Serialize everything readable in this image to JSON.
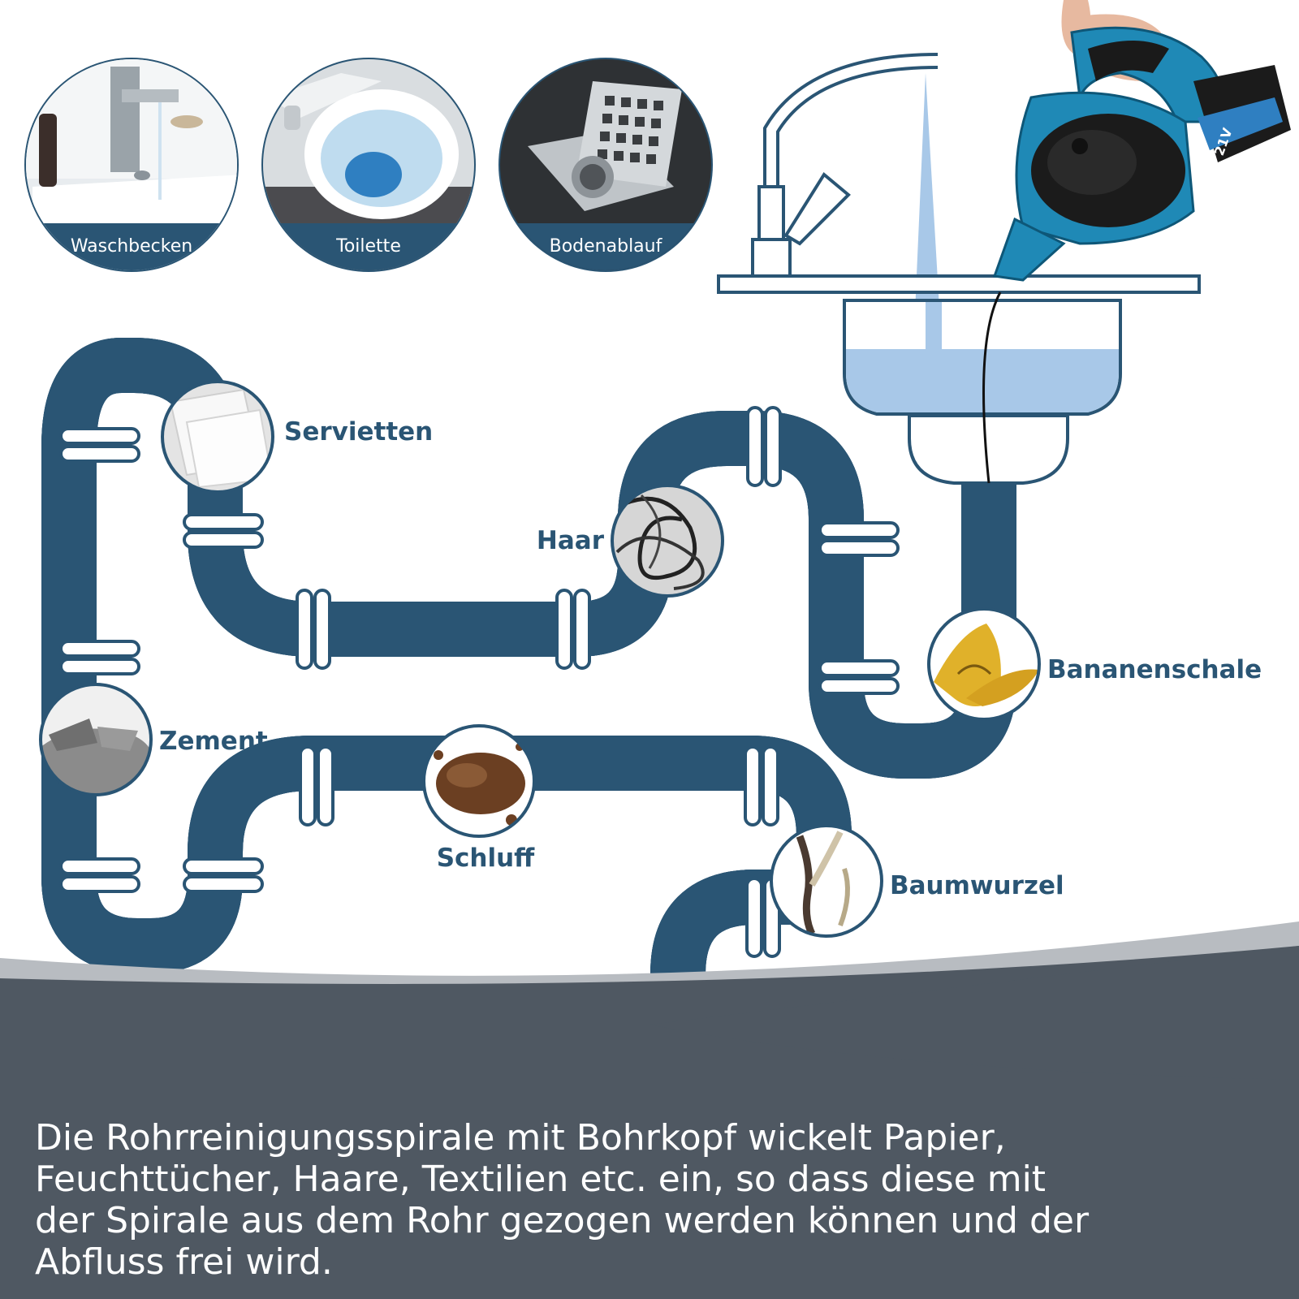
{
  "usage_areas": [
    {
      "label": "Waschbecken",
      "icon": "sink-photo"
    },
    {
      "label": "Toilette",
      "icon": "toilet-photo"
    },
    {
      "label": "Bodenablauf",
      "icon": "floor-drain-photo"
    }
  ],
  "debris": [
    {
      "label": "Servietten",
      "icon": "napkins-photo"
    },
    {
      "label": "Haar",
      "icon": "hair-photo"
    },
    {
      "label": "Bananenschale",
      "icon": "banana-peel-photo"
    },
    {
      "label": "Zement",
      "icon": "cement-photo"
    },
    {
      "label": "Schluff",
      "icon": "silt-photo"
    },
    {
      "label": "Baumwurzel",
      "icon": "tree-root-photo"
    }
  ],
  "device": {
    "battery_voltage": "21V"
  },
  "description": "Die Rohrreinigungsspirale mit Bohrkopf wickelt Papier,\nFeuchttücher, Haare, Textilien etc. ein, so dass diese mit\nder Spirale aus dem Rohr gezogen werden können und der\nAbfluss frei wird.",
  "colors": {
    "pipe_outline": "#2a5574",
    "usage_label_band": "#2a5574",
    "water": "#a8c8e8",
    "footer_band": "#4f5862",
    "footer_accent": "#b8bcc1",
    "device_body": "#1f89b6"
  }
}
